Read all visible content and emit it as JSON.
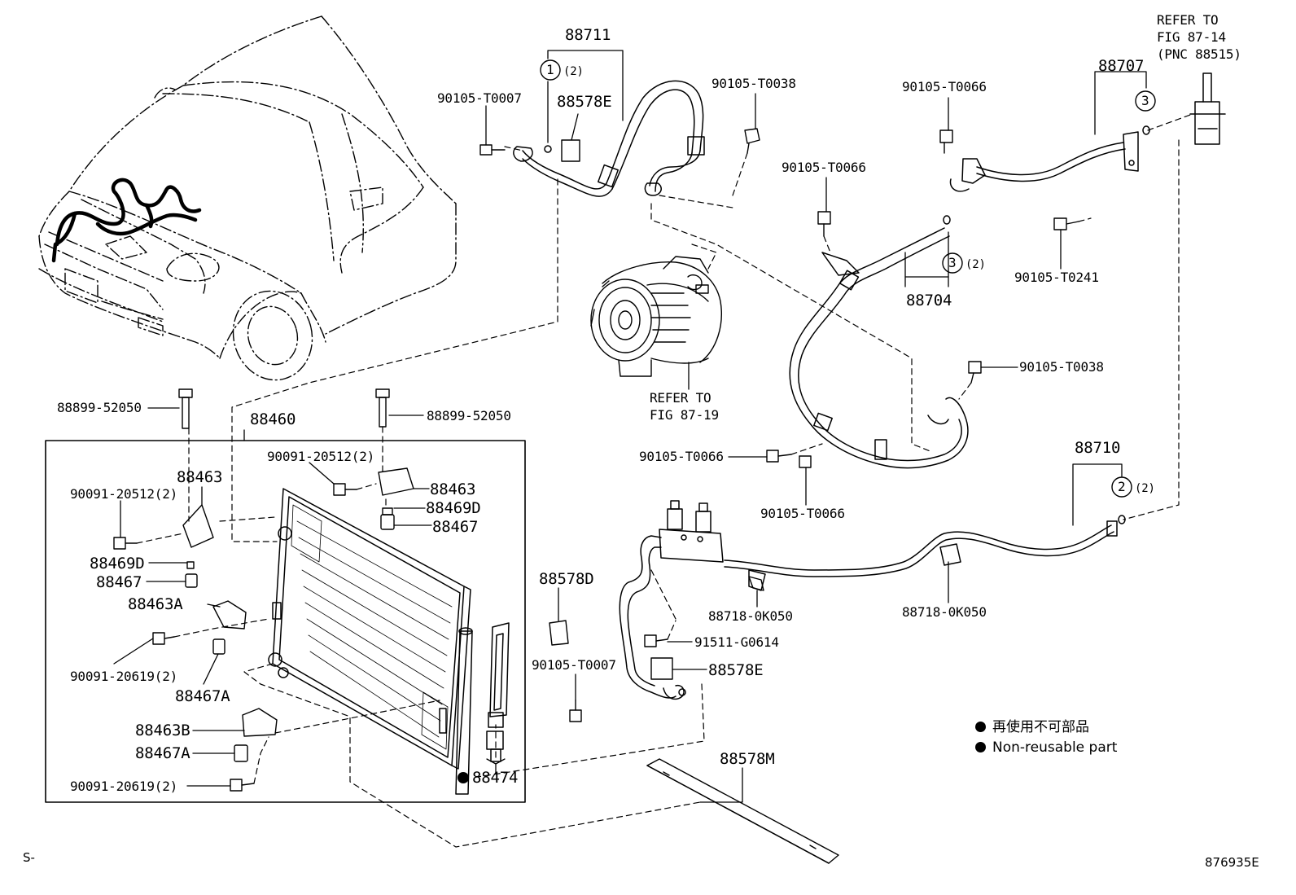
{
  "labels": {
    "p88711": "88711",
    "c1": "(2)",
    "n90105_T0007_a": "90105-T0007",
    "p88578E_a": "88578E",
    "n90105_T0038_a": "90105-T0038",
    "n90105_T0066_a": "90105-T0066",
    "n90105_T0066_b": "90105-T0066",
    "p88707": "88707",
    "refer_top_1": "REFER TO",
    "refer_top_2": "FIG 87-14",
    "refer_top_3": "(PNC 88515)",
    "c3_a": "",
    "c3_b": "(2)",
    "p88704": "88704",
    "n90105_T0241": "90105-T0241",
    "refer_mid_1": "REFER TO",
    "refer_mid_2": "FIG 87-19",
    "n90105_T0038_b": "90105-T0038",
    "n88899_52050_a": "88899-52050",
    "p88460": "88460",
    "n88899_52050_b": "88899-52050",
    "n90091_20512_a": "90091-20512(2)",
    "n90091_20512_b": "90091-20512(2)",
    "p88463_a": "88463",
    "p88463_b": "88463",
    "p88469D_a": "88469D",
    "p88469D_b": "88469D",
    "p88467_a": "88467",
    "p88467_b": "88467",
    "p88463A": "88463A",
    "n90091_20619_a": "90091-20619(2)",
    "p88467A_a": "88467A",
    "p88463B": "88463B",
    "p88467A_b": "88467A",
    "n90091_20619_b": "90091-20619(2)",
    "p88474": "88474",
    "n90105_T0066_c": "90105-T0066",
    "n90105_T0066_d": "90105-T0066",
    "p88710": "88710",
    "c2": "(2)",
    "p88578D": "88578D",
    "n88718_0K050_a": "88718-0K050",
    "n88718_0K050_b": "88718-0K050",
    "n91511_G0614": "91511-G0614",
    "p88578E_b": "88578E",
    "n90105_T0007_b": "90105-T0007",
    "p88578M": "88578M"
  },
  "circles": {
    "one": "1",
    "two": "2",
    "three": "3"
  },
  "legend": {
    "line1": "再使用不可部品",
    "line2": "Non-reusable part"
  },
  "corner": {
    "left": "S-",
    "right": "876935E"
  }
}
